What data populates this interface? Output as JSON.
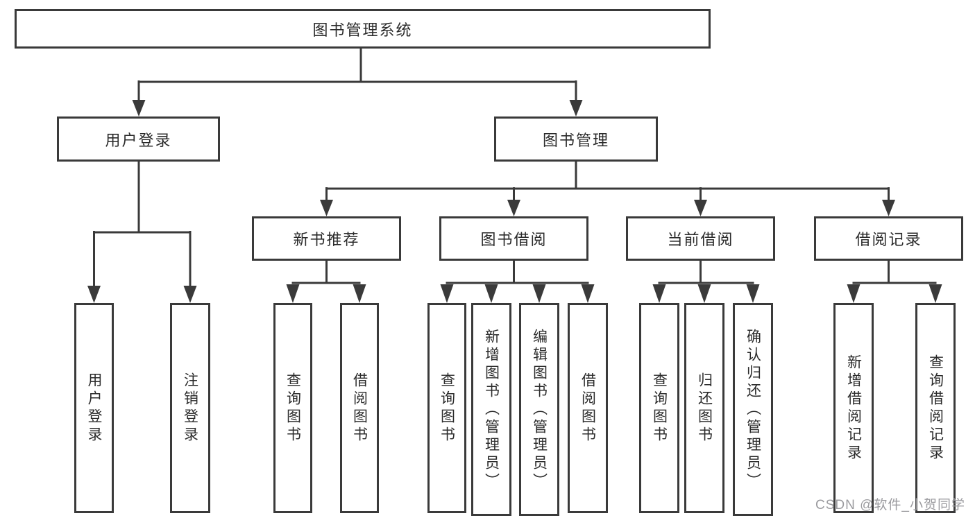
{
  "diagram": {
    "nodes": {
      "root": "图书管理系统",
      "user_login": "用户登录",
      "book_mgmt": "图书管理",
      "new_books": "新书推荐",
      "book_borrow": "图书借阅",
      "current_borrow": "当前借阅",
      "borrow_records": "借阅记录",
      "leaf_user_login": "用户登录",
      "leaf_logout": "注销登录",
      "leaf_nb_query": "查询图书",
      "leaf_nb_borrow": "借阅图书",
      "leaf_bb_query": "查询图书",
      "leaf_bb_add": "新增图书（管理员）",
      "leaf_bb_edit": "编辑图书（管理员）",
      "leaf_bb_borrow": "借阅图书",
      "leaf_cb_query": "查询图书",
      "leaf_cb_return": "归还图书",
      "leaf_cb_confirm": "确认归还（管理员）",
      "leaf_br_add": "新增借阅记录",
      "leaf_br_query": "查询借阅记录"
    },
    "tree": {
      "label": "图书管理系统",
      "children": [
        {
          "label": "用户登录",
          "children": [
            {
              "label": "用户登录"
            },
            {
              "label": "注销登录"
            }
          ]
        },
        {
          "label": "图书管理",
          "children": [
            {
              "label": "新书推荐",
              "children": [
                {
                  "label": "查询图书"
                },
                {
                  "label": "借阅图书"
                }
              ]
            },
            {
              "label": "图书借阅",
              "children": [
                {
                  "label": "查询图书"
                },
                {
                  "label": "新增图书（管理员）"
                },
                {
                  "label": "编辑图书（管理员）"
                },
                {
                  "label": "借阅图书"
                }
              ]
            },
            {
              "label": "当前借阅",
              "children": [
                {
                  "label": "查询图书"
                },
                {
                  "label": "归还图书"
                },
                {
                  "label": "确认归还（管理员）"
                }
              ]
            },
            {
              "label": "借阅记录",
              "children": [
                {
                  "label": "新增借阅记录"
                },
                {
                  "label": "查询借阅记录"
                }
              ]
            }
          ]
        }
      ]
    },
    "colors": {
      "line": "#3a3a3a",
      "box_border": "#3a3a3a",
      "text": "#2b2b2b",
      "background": "#ffffff",
      "watermark": "#9b9b9f"
    }
  },
  "watermark": {
    "text": "CSDN @软件_小贺同学"
  }
}
